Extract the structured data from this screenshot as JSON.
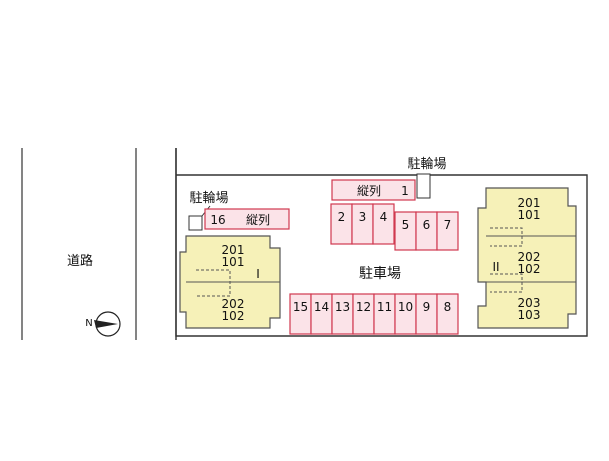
{
  "road": {
    "label": "道路"
  },
  "compass": {
    "letter": "N"
  },
  "lot": {
    "parking_label": "駐車場",
    "bicycle_left": "駐輪場",
    "bicycle_right": "駐輪場"
  },
  "building_one": {
    "numeral": "I",
    "upper_units": [
      "201",
      "101"
    ],
    "lower_units": [
      "202",
      "102"
    ]
  },
  "building_two": {
    "numeral": "II",
    "units": [
      [
        "201",
        "101"
      ],
      [
        "202",
        "102"
      ],
      [
        "203",
        "103"
      ]
    ]
  },
  "stalls": {
    "top_long": {
      "text": "縦列",
      "number": "1"
    },
    "left_long": {
      "text": "縦列",
      "number": "16"
    },
    "row_mid_left": [
      "2",
      "3",
      "4"
    ],
    "row_mid_right": [
      "5",
      "6",
      "7"
    ],
    "row_bottom": [
      "15",
      "14",
      "13",
      "12",
      "11",
      "10",
      "9",
      "8"
    ]
  },
  "colors": {
    "building_fill": "#f6f1b8",
    "building_stroke": "#555555",
    "stall_fill": "#fbe3e8",
    "stall_stroke": "#d0384f",
    "line": "#333333"
  }
}
